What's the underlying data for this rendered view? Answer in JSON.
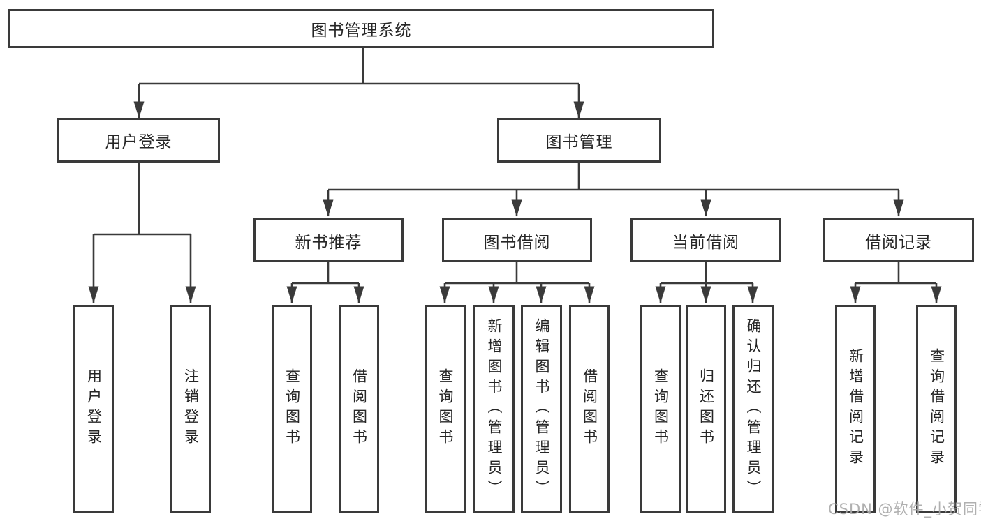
{
  "diagram": {
    "title": "图书管理系统",
    "branches": [
      {
        "label": "用户登录",
        "children": [
          {
            "label": "用户登录"
          },
          {
            "label": "注销登录"
          }
        ]
      },
      {
        "label": "图书管理",
        "sections": [
          {
            "label": "新书推荐",
            "children": [
              {
                "label": "查询图书"
              },
              {
                "label": "借阅图书"
              }
            ]
          },
          {
            "label": "图书借阅",
            "children": [
              {
                "label": "查询图书"
              },
              {
                "label": "新增图书（管理员）"
              },
              {
                "label": "编辑图书（管理员）"
              },
              {
                "label": "借阅图书"
              }
            ]
          },
          {
            "label": "当前借阅",
            "children": [
              {
                "label": "查询图书"
              },
              {
                "label": "归还图书"
              },
              {
                "label": "确认归还（管理员）"
              }
            ]
          },
          {
            "label": "借阅记录",
            "children": [
              {
                "label": "新增借阅记录"
              },
              {
                "label": "查询借阅记录"
              }
            ]
          }
        ]
      }
    ]
  },
  "watermark": {
    "text": "CSDN @软件_小贺同学"
  },
  "colors": {
    "line": "#3a3a3a",
    "text": "#262626",
    "background": "#ffffff",
    "watermark": "#a8a8a8"
  }
}
